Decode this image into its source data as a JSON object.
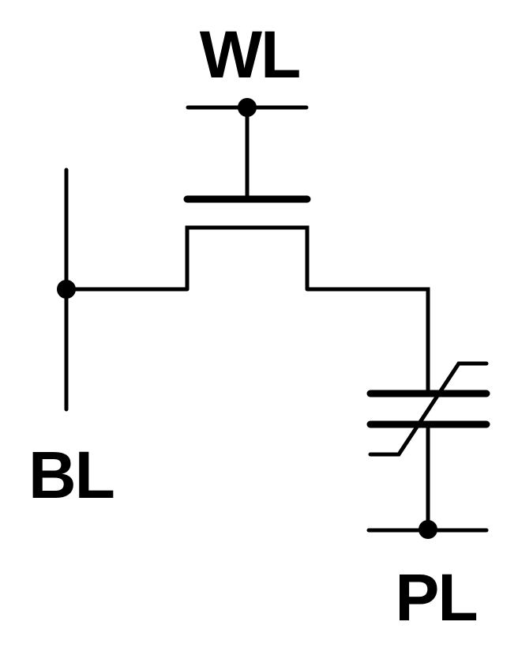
{
  "labels": {
    "word_line": "WL",
    "bit_line": "BL",
    "plate_line": "PL"
  },
  "colors": {
    "stroke": "#000000",
    "background": "#ffffff"
  }
}
